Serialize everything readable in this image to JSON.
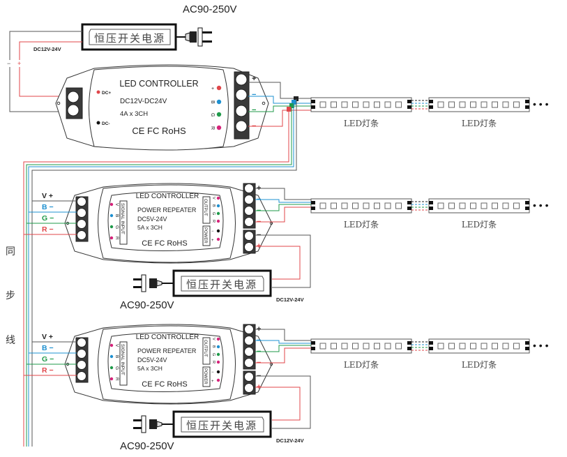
{
  "colors": {
    "red": "#e0464a",
    "green": "#1f9a4a",
    "blue": "#1e90d0",
    "black": "#222222",
    "gray": "#666666",
    "pink": "#d6237a"
  },
  "main_controller": {
    "title": "LED CONTROLLER",
    "spec_voltage": "DC12V-DC24V",
    "spec_current": "4A x 3CH",
    "certs": "CE FC RoHS",
    "input_labels": [
      "DC+",
      "DC-"
    ],
    "output_labels": [
      "+",
      "B",
      "G",
      "R"
    ],
    "terminal_signs": [
      "+",
      "−",
      "−",
      "−"
    ]
  },
  "main_psu": {
    "label": "恒压开关电源",
    "ac_label": "AC90-250V",
    "dc_label": "DC12V-24V",
    "polarity": [
      "−",
      "+"
    ]
  },
  "repeaters": [
    {
      "title": "LED CONTROLLER",
      "line1": "POWER REPEATER",
      "line2": "DC5V-24V",
      "line3": "5A x 3CH",
      "certs": "CE FC RoHS",
      "signal_input_label": "SIGNAL INPUT",
      "output_label": "OUTPUT",
      "power_label": "POWER",
      "signal_pins": [
        "V",
        "B",
        "G",
        "R"
      ],
      "output_pins": [
        "V",
        "B",
        "G",
        "R"
      ],
      "power_pins": [
        "−",
        "+"
      ],
      "input_wire_labels": [
        "V +",
        "B −",
        "G −",
        "R −"
      ],
      "output_signs": [
        "+",
        "−",
        "−",
        "−"
      ],
      "power_signs": [
        "−",
        "+"
      ],
      "psu_label": "恒压开关电源",
      "ac_label": "AC90-250V",
      "dc_label": "DC12V-24V"
    },
    {
      "title": "LED CONTROLLER",
      "line1": "POWER REPEATER",
      "line2": "DC5V-24V",
      "line3": "5A x 3CH",
      "certs": "CE FC RoHS",
      "signal_input_label": "SIGNAL INPUT",
      "output_label": "OUTPUT",
      "power_label": "POWER",
      "signal_pins": [
        "V",
        "B",
        "G",
        "R"
      ],
      "output_pins": [
        "V",
        "B",
        "G",
        "R"
      ],
      "power_pins": [
        "−",
        "+"
      ],
      "input_wire_labels": [
        "V +",
        "B −",
        "G −",
        "R −"
      ],
      "output_signs": [
        "+",
        "−",
        "−",
        "−"
      ],
      "power_signs": [
        "−",
        "+"
      ],
      "psu_label": "恒压开关电源",
      "ac_label": "AC90-250V",
      "dc_label": "DC12V-24V"
    }
  ],
  "led_strip_label": "LED灯条",
  "continuation": "• • •",
  "sync_line_label": [
    "同",
    "步",
    "线"
  ]
}
